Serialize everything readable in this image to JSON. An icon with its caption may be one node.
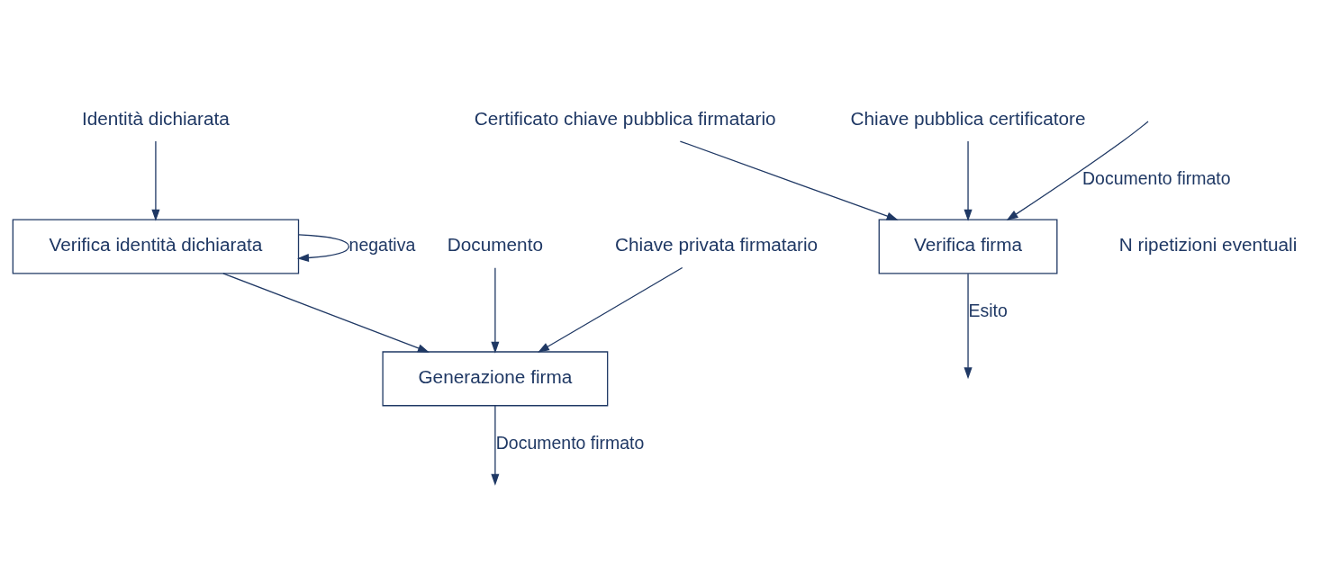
{
  "diagram": {
    "nodes": [
      {
        "text": [
          "Identità dichiarata"
        ]
      },
      {
        "text": [
          "Verifica identità dichiarata"
        ]
      },
      {
        "text": [
          "Documento"
        ]
      },
      {
        "text": [
          "Chiave privata firmatario"
        ]
      },
      {
        "text": [
          "Generazione firma"
        ]
      },
      {
        "text": [
          "Verifica firma"
        ]
      },
      {
        "text": [
          "Certificato chiave pubblica firmatario"
        ]
      },
      {
        "text": [
          "Chiave pubblica certificatore"
        ]
      }
    ],
    "edges": [
      {
        "from": 0,
        "to": 1,
        "arrow": "to"
      },
      {
        "from": 1,
        "to": 1,
        "arrow": "to",
        "label": "negativa"
      },
      {
        "from": 1,
        "to": 4,
        "arrow": "to"
      },
      {
        "from": 2,
        "to": 4,
        "arrow": "to"
      },
      {
        "from": 3,
        "to": 4,
        "arrow": "to"
      },
      {
        "from": 4,
        "to": null,
        "arrow": "to",
        "label": "Documento firmato"
      },
      {
        "from": null,
        "to": 5,
        "arrow": "to",
        "label": "Documento firmato"
      },
      {
        "from": 5,
        "to": null,
        "arrow": "to",
        "label": "Esito"
      },
      {
        "from": 6,
        "to": 5,
        "arrow": "to"
      },
      {
        "from": 7,
        "to": 5,
        "arrow": "to"
      }
    ],
    "labels": [
      "N ripetizioni eventuali"
    ]
  }
}
